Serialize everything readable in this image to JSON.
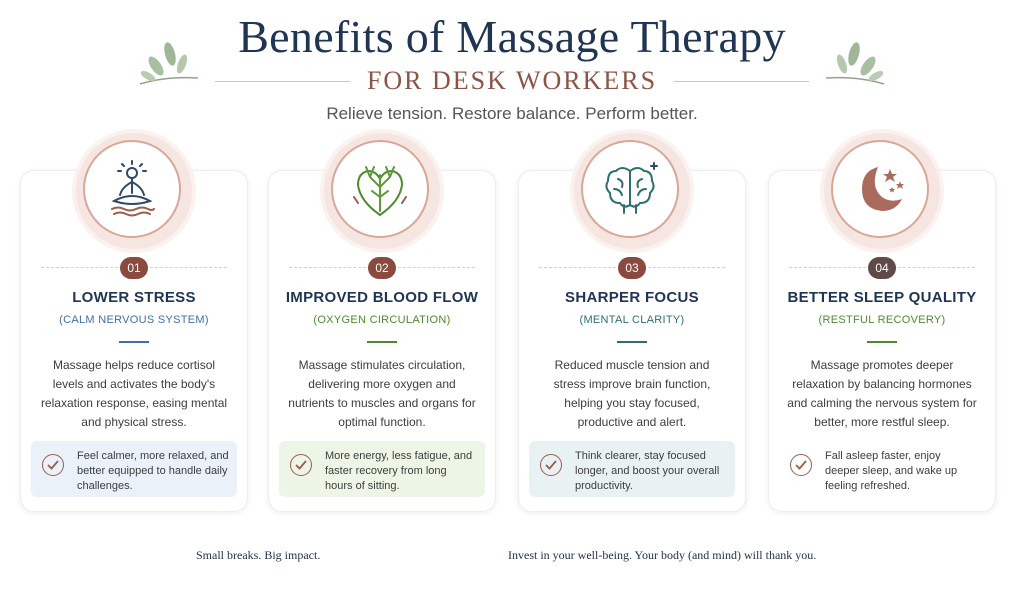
{
  "header": {
    "title": "Benefits of Massage Therapy",
    "subtitle": "FOR DESK WORKERS",
    "tagline": "Relieve tension. Restore balance. Perform better."
  },
  "cards": [
    {
      "number": "01",
      "title": "LOWER STRESS",
      "subtitle": "(CALM NERVOUS SYSTEM)",
      "description": "Massage helps reduce cortisol levels and activates the body's relaxation response, easing mental and physical stress.",
      "benefit": "Feel calmer, more relaxed, and better equipped to handle daily challenges.",
      "icon": "meditation-icon",
      "accent": "#3f6fa8",
      "benefit_bg": "#eaf1f9"
    },
    {
      "number": "02",
      "title": "IMPROVED BLOOD FLOW",
      "subtitle": "(OXYGEN CIRCULATION)",
      "description": "Massage stimulates circulation, delivering more oxygen and nutrients to muscles and organs for optimal function.",
      "benefit": "More energy, less fatigue, and faster recovery from long hours of sitting.",
      "icon": "heart-vessels-icon",
      "accent": "#4d8a2f",
      "benefit_bg": "#edf5e6"
    },
    {
      "number": "03",
      "title": "SHARPER FOCUS",
      "subtitle": "(MENTAL CLARITY)",
      "description": "Reduced muscle tension and stress improve brain function, helping you stay focused, productive and alert.",
      "benefit": "Think clearer, stay focused longer, and boost your overall productivity.",
      "icon": "brain-icon",
      "accent": "#2f6e70",
      "benefit_bg": "#e9f2f3"
    },
    {
      "number": "04",
      "title": "BETTER SLEEP QUALITY",
      "subtitle": "(RESTFUL RECOVERY)",
      "description": "Massage promotes deeper relaxation by balancing hormones and calming the nervous system for better, more restful sleep.",
      "benefit": "Fall asleep faster, enjoy deeper sleep, and wake up feeling refreshed.",
      "icon": "moon-stars-icon",
      "accent": "#4d8a2f",
      "benefit_bg": "#ffffff"
    }
  ],
  "footer": {
    "left": "Small breaks. Big impact.",
    "right": "Invest in your well-being. Your body (and mind) will thank you."
  },
  "colors": {
    "title": "#1f3553",
    "subtitle": "#8a5446",
    "number_badge": "#8b4a3e",
    "number_badge_last": "#5f4a48"
  }
}
